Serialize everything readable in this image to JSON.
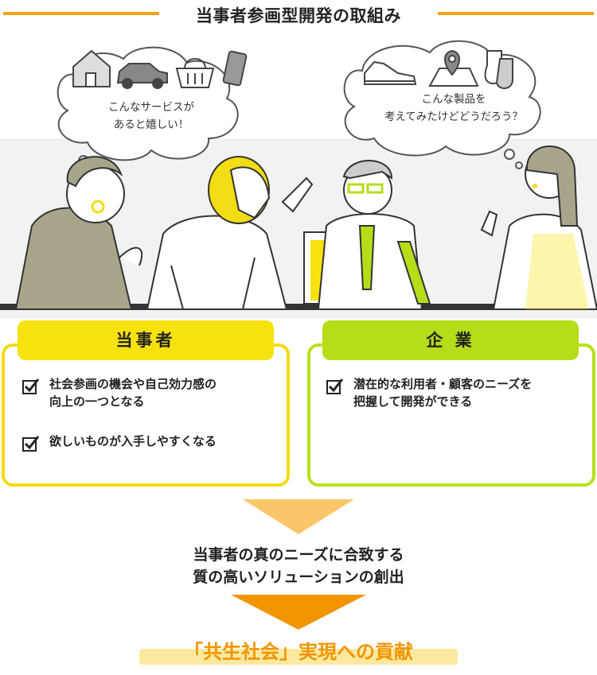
{
  "title": "当事者参画型開発の取組み",
  "bubbles": {
    "left_line1": "こんなサービスが",
    "left_line2": "あると嬉しい！",
    "right_line1": "こんな製品を",
    "right_line2": "考えてみたけどどうだろう？"
  },
  "toujisha": {
    "heading": "当事者",
    "items": [
      {
        "line1": "社会参画の機会や自己効力感の",
        "line2": "向上の一つとなる"
      },
      {
        "line1": "欲しいものが入手しやすくなる",
        "line2": ""
      }
    ]
  },
  "kigyou": {
    "heading": "企 業",
    "items": [
      {
        "line1": "潜在的な利用者・顧客のニーズを",
        "line2": "把握して開発ができる"
      }
    ]
  },
  "result": {
    "line1": "当事者の真のニーズに合致する",
    "line2": "質の高いソリューションの創出",
    "final": "「共生社会」実現への貢献"
  },
  "colors": {
    "accent_orange": "#f4a11b",
    "toujisha_yellow": "#f6e20e",
    "kigyou_green": "#b5dd18",
    "final_text": "#f29400"
  },
  "icons": [
    "house-icon",
    "car-icon",
    "basket-icon",
    "smartphone-icon",
    "sneaker-icon",
    "map-pin-icon",
    "socks-icon",
    "checkbox-icon"
  ]
}
